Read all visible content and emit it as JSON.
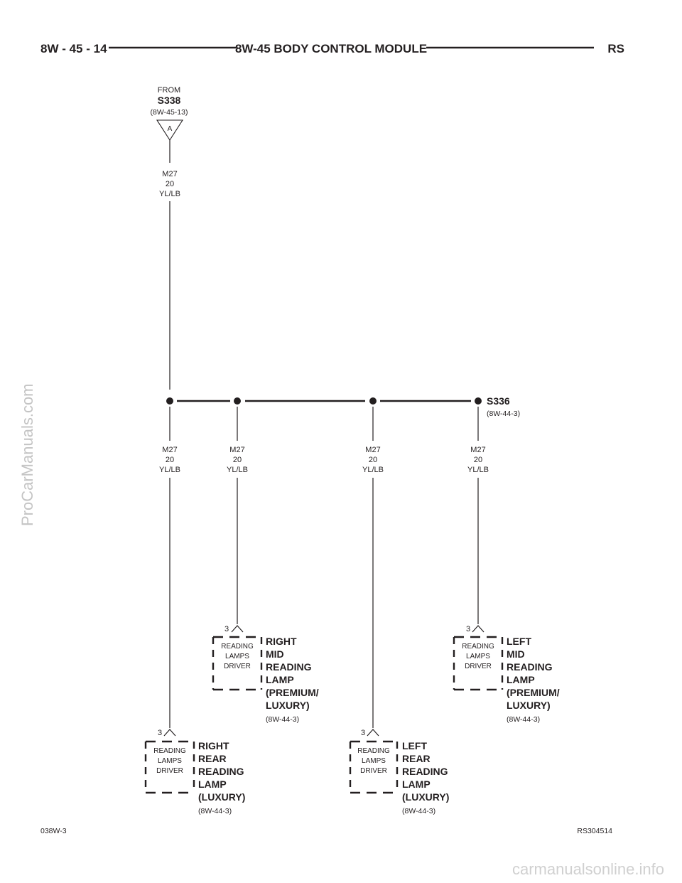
{
  "header": {
    "left": "8W - 45 - 14",
    "title": "8W-45 BODY CONTROL MODULE",
    "right": "RS"
  },
  "source": {
    "from": "FROM",
    "splice": "S338",
    "ref": "(8W-45-13)",
    "connector_letter": "A",
    "wire": [
      "M27",
      "20",
      "YL/LB"
    ]
  },
  "splice_s336": {
    "label": "S336",
    "ref": "(8W-44-3)"
  },
  "branch_wires": [
    [
      "M27",
      "20",
      "YL/LB"
    ],
    [
      "M27",
      "20",
      "YL/LB"
    ],
    [
      "M27",
      "20",
      "YL/LB"
    ],
    [
      "M27",
      "20",
      "YL/LB"
    ]
  ],
  "components": {
    "right_mid": {
      "pin": "3",
      "box": [
        "READING",
        "LAMPS",
        "DRIVER"
      ],
      "name": [
        "RIGHT",
        "MID",
        "READING",
        "LAMP",
        "(PREMIUM/",
        "LUXURY)"
      ],
      "ref": "(8W-44-3)"
    },
    "left_mid": {
      "pin": "3",
      "box": [
        "READING",
        "LAMPS",
        "DRIVER"
      ],
      "name": [
        "LEFT",
        "MID",
        "READING",
        "LAMP",
        "(PREMIUM/",
        "LUXURY)"
      ],
      "ref": "(8W-44-3)"
    },
    "right_rear": {
      "pin": "3",
      "box": [
        "READING",
        "LAMPS",
        "DRIVER"
      ],
      "name": [
        "RIGHT",
        "REAR",
        "READING",
        "LAMP",
        "(LUXURY)"
      ],
      "ref": "(8W-44-3)"
    },
    "left_rear": {
      "pin": "3",
      "box": [
        "READING",
        "LAMPS",
        "DRIVER"
      ],
      "name": [
        "LEFT",
        "REAR",
        "READING",
        "LAMP",
        "(LUXURY)"
      ],
      "ref": "(8W-44-3)"
    }
  },
  "footer": {
    "left": "038W-3",
    "right": "RS304514"
  },
  "watermarks": {
    "side": "ProCarManuals.com",
    "bottom": "carmanualsonline.info"
  }
}
